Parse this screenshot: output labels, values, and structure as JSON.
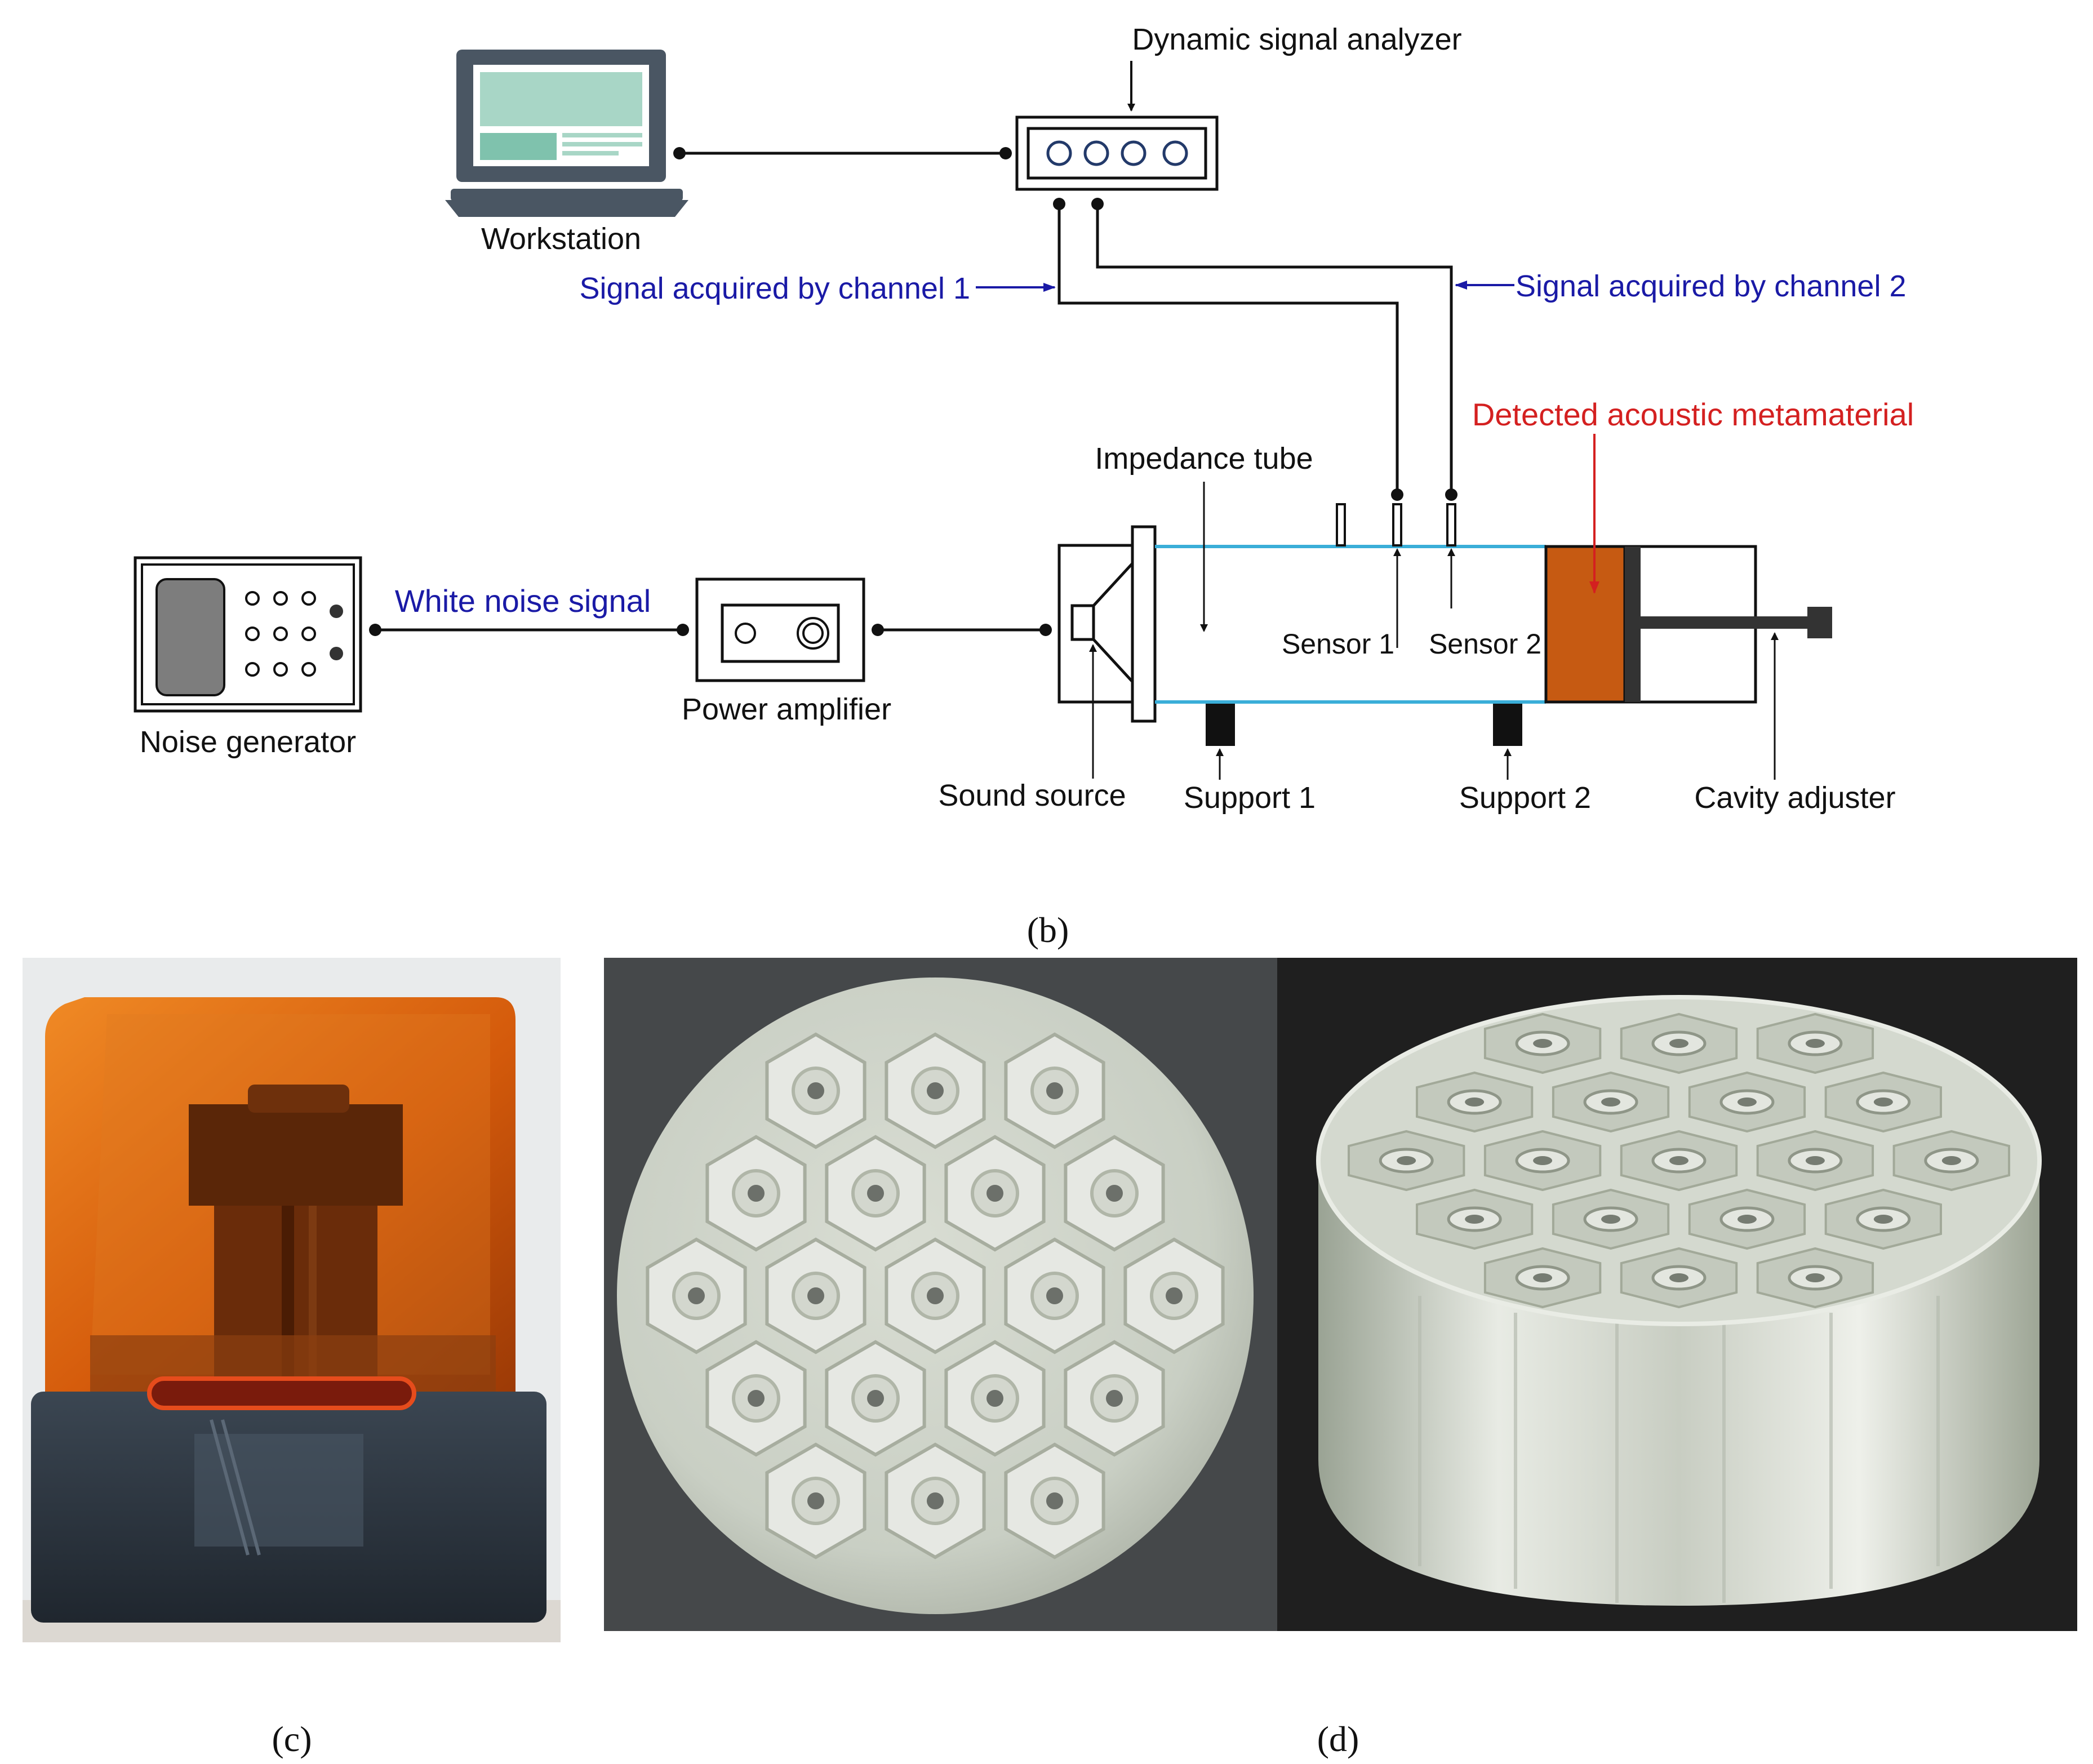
{
  "diagram": {
    "labels": {
      "dynamic_signal_analyzer": "Dynamic signal analyzer",
      "workstation": "Workstation",
      "signal_channel_1": "Signal acquired by channel 1",
      "signal_channel_2": "Signal acquired by channel 2",
      "detected_metamaterial": "Detected acoustic metamaterial",
      "impedance_tube": "Impedance tube",
      "white_noise_signal": "White noise signal",
      "noise_generator": "Noise generator",
      "power_amplifier": "Power amplifier",
      "sensor_1": "Sensor 1",
      "sensor_2": "Sensor 2",
      "sound_source": "Sound source",
      "support_1": "Support 1",
      "support_2": "Support 2",
      "cavity_adjuster": "Cavity adjuster"
    },
    "colors": {
      "blue_label": "#1a1aa6",
      "red_label": "#d42020",
      "tube_wall": "#3aaed8",
      "metamaterial_fill": "#c65a12",
      "screen_fill": "#a8d6c6"
    }
  },
  "captions": {
    "b": "(b)",
    "c": "(c)",
    "d": "(d)"
  }
}
